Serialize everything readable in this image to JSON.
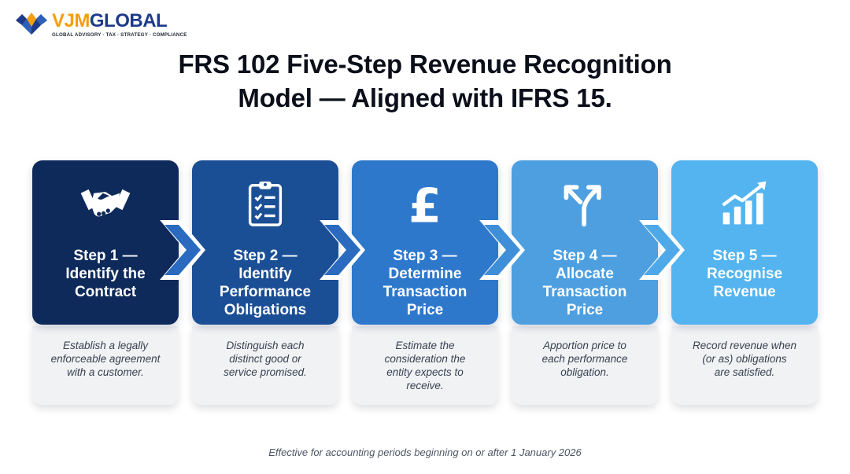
{
  "logo": {
    "name_part1": "VJM",
    "name_part2": "GLOBAL",
    "tagline": "GLOBAL ADVISORY · TAX · STRATEGY · COMPLIANCE"
  },
  "title": {
    "line1": "FRS 102 Five-Step Revenue Recognition",
    "line2": "Model — Aligned with IFRS 15."
  },
  "colors": {
    "step1": "#0d2a5a",
    "step2": "#1b4f95",
    "step3": "#2e78cc",
    "step4": "#4d9fe0",
    "step5": "#53b4f0",
    "chevron": "#2a6bc0"
  },
  "steps": [
    {
      "label": "Step 1 —\nIdentify the\nContract",
      "description": "Establish a legally\nenforceable agreement\nwith a customer.",
      "icon": "handshake-icon"
    },
    {
      "label": "Step 2 —\nIdentify\nPerformance\nObligations",
      "description": "Distinguish each\ndistinct good or\nservice promised.",
      "icon": "checklist-clipboard-icon"
    },
    {
      "label": "Step 3 —\nDetermine\nTransaction\nPrice",
      "description": "Estimate the\nconsideration the\nentity expects to\nreceive.",
      "icon": "pound-sign-icon"
    },
    {
      "label": "Step 4 —\nAllocate\nTransaction\nPrice",
      "description": "Apportion price to\neach performance\nobligation.",
      "icon": "split-arrow-icon"
    },
    {
      "label": "Step 5 —\nRecognise\nRevenue",
      "description": "Record revenue when\n(or as) obligations\nare satisfied.",
      "icon": "growth-chart-icon"
    }
  ],
  "footer": "Effective for accounting periods beginning on or after 1 January 2026"
}
